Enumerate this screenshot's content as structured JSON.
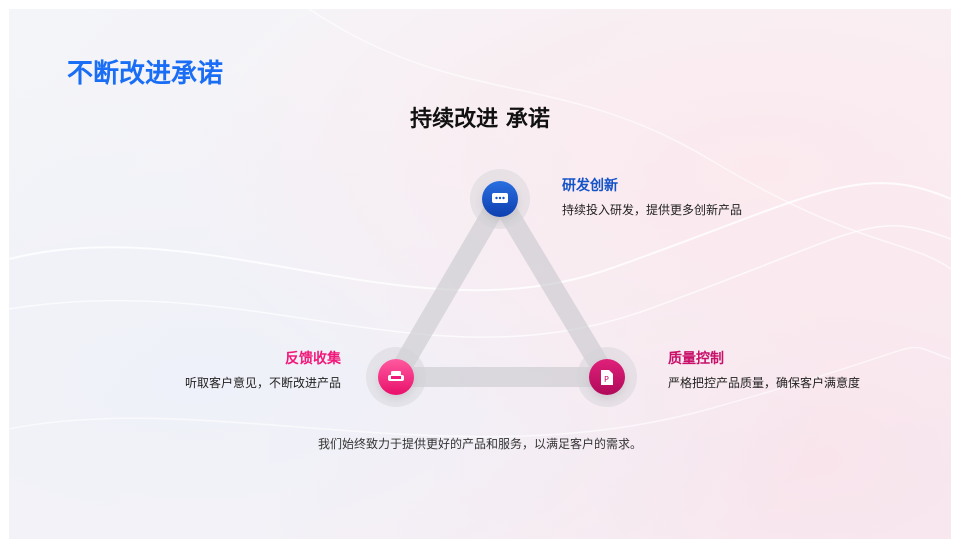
{
  "title": "不断改进承诺",
  "subtitle": "持续改进 承诺",
  "items": [
    {
      "heading": "研发创新",
      "desc": "持续投入研发，提供更多创新产品",
      "color": "#1452c8",
      "icon": "chat-icon"
    },
    {
      "heading": "反馈收集",
      "desc": "听取客户意见，不断改进产品",
      "color": "#f0197a",
      "icon": "sofa-icon"
    },
    {
      "heading": "质量控制",
      "desc": "严格把控产品质量，确保客户满意度",
      "color": "#c8106a",
      "icon": "document-p-icon"
    }
  ],
  "footer": "我们始终致力于提供更好的产品和服务，以满足客户的需求。"
}
